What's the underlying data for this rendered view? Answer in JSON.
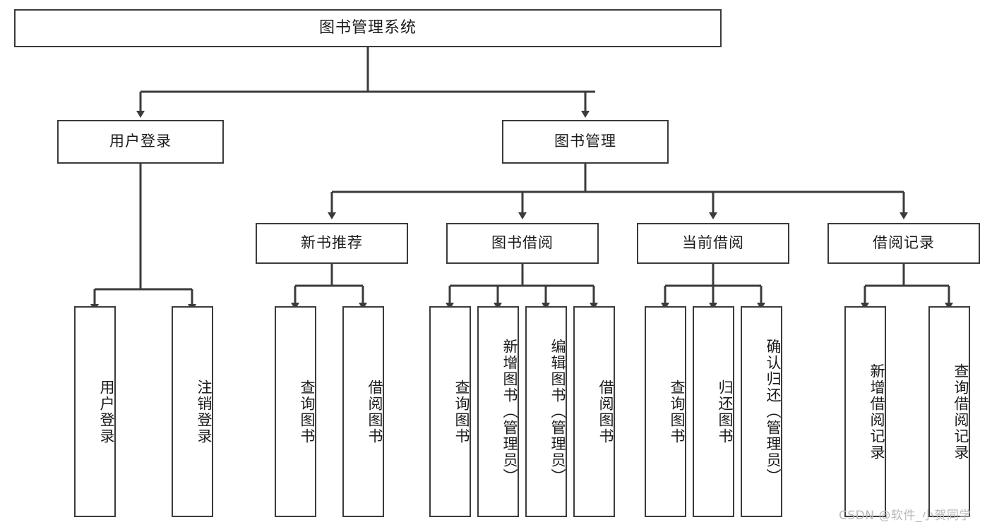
{
  "diagram": {
    "type": "tree-hierarchy",
    "title": "图书管理系统",
    "watermark": "CSDN @软件_小贺同学",
    "colors": {
      "box_border": "#3b3b3b",
      "box_fill": "#ffffff",
      "edge": "#3b3b3b",
      "text": "#1a1a1a",
      "watermark": "#b9b9b9"
    },
    "nodes": {
      "root": {
        "label": "图书管理系统",
        "level": 0,
        "orientation": "horizontal"
      },
      "user_login": {
        "label": "用户登录",
        "level": 1,
        "orientation": "horizontal"
      },
      "book_manage": {
        "label": "图书管理",
        "level": 1,
        "orientation": "horizontal"
      },
      "new_book_rec": {
        "label": "新书推荐",
        "level": 2,
        "orientation": "horizontal"
      },
      "book_borrow": {
        "label": "图书借阅",
        "level": 2,
        "orientation": "horizontal"
      },
      "current_borrow": {
        "label": "当前借阅",
        "level": 2,
        "orientation": "horizontal"
      },
      "borrow_record": {
        "label": "借阅记录",
        "level": 2,
        "orientation": "horizontal"
      },
      "leaf_user_login": {
        "label": "用户登录",
        "level": 2,
        "orientation": "vertical"
      },
      "leaf_logout": {
        "label": "注销登录",
        "level": 2,
        "orientation": "vertical"
      },
      "leaf_query_book_1": {
        "label": "查询图书",
        "level": 3,
        "orientation": "vertical"
      },
      "leaf_borrow_book_1": {
        "label": "借阅图书",
        "level": 3,
        "orientation": "vertical"
      },
      "leaf_query_book_2": {
        "label": "查询图书",
        "level": 3,
        "orientation": "vertical"
      },
      "leaf_add_book": {
        "label": "新增图书（管理员）",
        "level": 3,
        "orientation": "vertical"
      },
      "leaf_edit_book": {
        "label": "编辑图书（管理员）",
        "level": 3,
        "orientation": "vertical"
      },
      "leaf_borrow_book_2": {
        "label": "借阅图书",
        "level": 3,
        "orientation": "vertical"
      },
      "leaf_query_book_3": {
        "label": "查询图书",
        "level": 3,
        "orientation": "vertical"
      },
      "leaf_return_book": {
        "label": "归还图书",
        "level": 3,
        "orientation": "vertical"
      },
      "leaf_confirm_return": {
        "label": "确认归还（管理员）",
        "level": 3,
        "orientation": "vertical"
      },
      "leaf_add_record": {
        "label": "新增借阅记录",
        "level": 3,
        "orientation": "vertical"
      },
      "leaf_query_record": {
        "label": "查询借阅记录",
        "level": 3,
        "orientation": "vertical"
      }
    },
    "edges": [
      {
        "from": "root",
        "to": "user_login"
      },
      {
        "from": "root",
        "to": "book_manage"
      },
      {
        "from": "user_login",
        "to": "leaf_user_login"
      },
      {
        "from": "user_login",
        "to": "leaf_logout"
      },
      {
        "from": "book_manage",
        "to": "new_book_rec"
      },
      {
        "from": "book_manage",
        "to": "book_borrow"
      },
      {
        "from": "book_manage",
        "to": "current_borrow"
      },
      {
        "from": "book_manage",
        "to": "borrow_record"
      },
      {
        "from": "new_book_rec",
        "to": "leaf_query_book_1"
      },
      {
        "from": "new_book_rec",
        "to": "leaf_borrow_book_1"
      },
      {
        "from": "book_borrow",
        "to": "leaf_query_book_2"
      },
      {
        "from": "book_borrow",
        "to": "leaf_add_book"
      },
      {
        "from": "book_borrow",
        "to": "leaf_edit_book"
      },
      {
        "from": "book_borrow",
        "to": "leaf_borrow_book_2"
      },
      {
        "from": "current_borrow",
        "to": "leaf_query_book_3"
      },
      {
        "from": "current_borrow",
        "to": "leaf_return_book"
      },
      {
        "from": "current_borrow",
        "to": "leaf_confirm_return"
      },
      {
        "from": "borrow_record",
        "to": "leaf_add_record"
      },
      {
        "from": "borrow_record",
        "to": "leaf_query_record"
      }
    ]
  }
}
